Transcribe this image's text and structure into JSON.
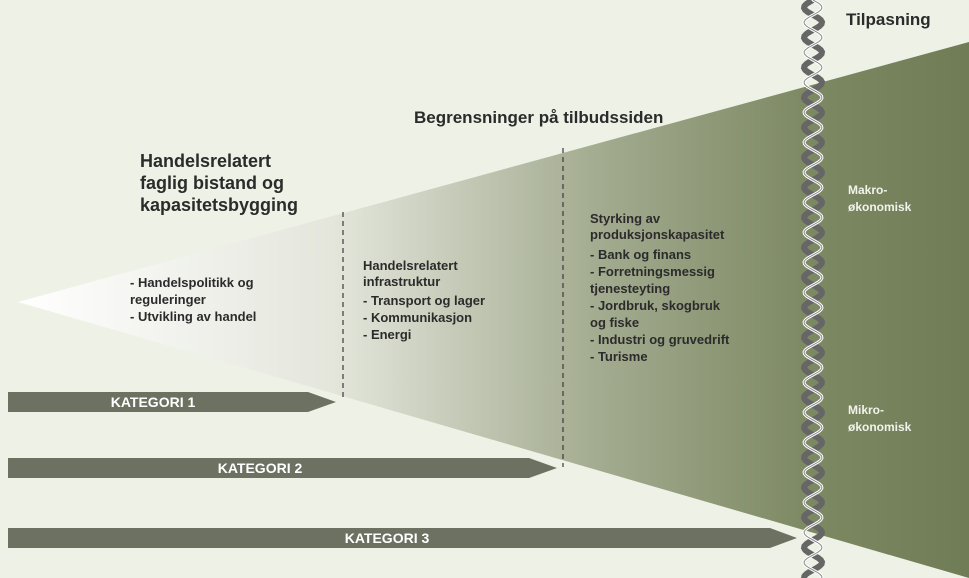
{
  "colors": {
    "background": "#eef1e6",
    "wedge_start": "#ffffff",
    "wedge_end": "#6f7c56",
    "bar": "#6d7161",
    "helix_dark": "#666666",
    "helix_light": "#ffffff"
  },
  "header_right": "Tilpasning",
  "supply_side_title": "Begrensninger på tilbudssiden",
  "technical_assistance_title": "Handelsrelatert\nfaglig bistand og\nkapasitetsbygging",
  "section_1": {
    "items": "- Handelspolitikk og\n   reguleringer\n- Utvikling av handel"
  },
  "section_2": {
    "heading": "Handelsrelatert\ninfrastruktur",
    "items": "- Transport og lager\n- Kommunikasjon\n- Energi"
  },
  "section_3": {
    "heading": "Styrking av\nproduksjonskapasitet",
    "items": "- Bank og finans\n- Forretningsmessig\n   tjenesteyting\n- Jordbruk, skogbruk\n   og fiske\n- Industri og gruvedrift\n- Turisme"
  },
  "macro_label": "Makro-\nøkonomisk",
  "micro_label": "Mikro-\nøkonomisk",
  "categories": [
    "KATEGORI 1",
    "KATEGORI 2",
    "KATEGORI 3"
  ]
}
